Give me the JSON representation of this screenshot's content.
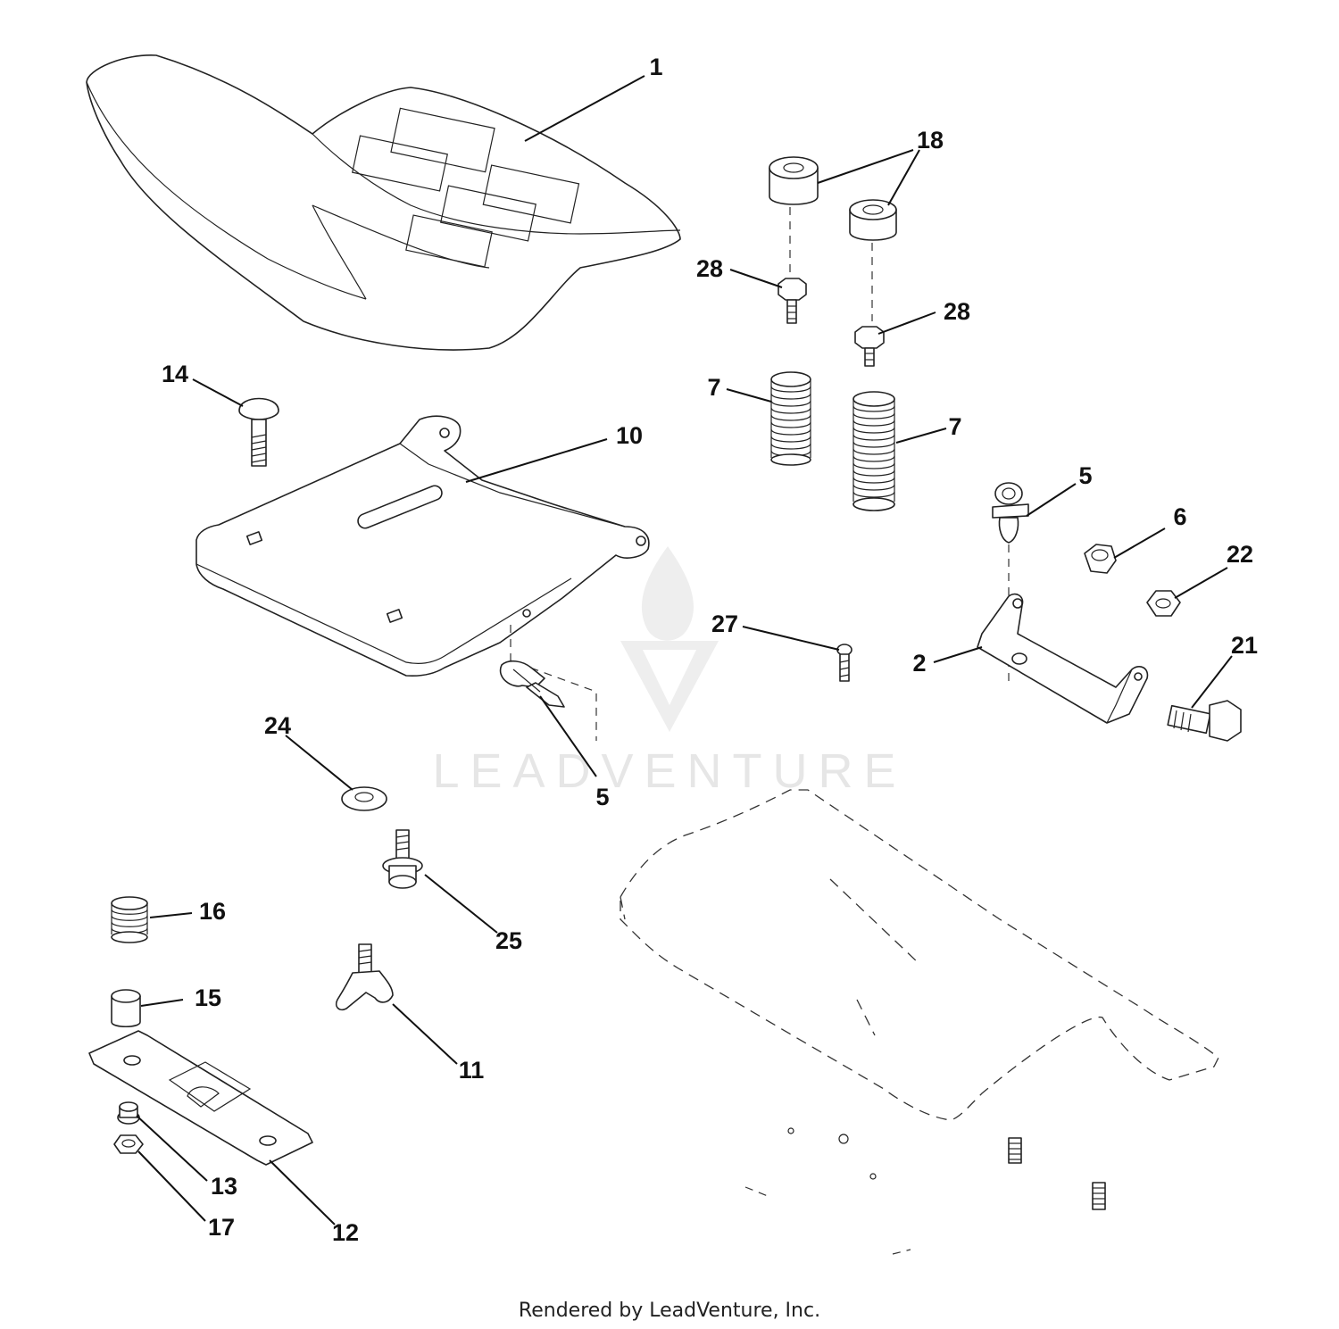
{
  "watermark": {
    "text": "LEADVENTURE"
  },
  "footer": {
    "text": "Rendered by LeadVenture, Inc."
  },
  "callouts": [
    {
      "id": "seat",
      "label": "1"
    },
    {
      "id": "spacer-a",
      "label": "18"
    },
    {
      "id": "screw-a",
      "label": "28"
    },
    {
      "id": "screw-b",
      "label": "28"
    },
    {
      "id": "carriage-bolt",
      "label": "14"
    },
    {
      "id": "spring-a",
      "label": "7"
    },
    {
      "id": "spring-b",
      "label": "7"
    },
    {
      "id": "seat-pan",
      "label": "10"
    },
    {
      "id": "clip-right",
      "label": "5"
    },
    {
      "id": "locknut",
      "label": "6"
    },
    {
      "id": "nut",
      "label": "22"
    },
    {
      "id": "small-screw",
      "label": "27"
    },
    {
      "id": "seat-bracket",
      "label": "2"
    },
    {
      "id": "shoulder-bolt",
      "label": "21"
    },
    {
      "id": "washer",
      "label": "24"
    },
    {
      "id": "clip-left",
      "label": "5"
    },
    {
      "id": "spring-small",
      "label": "16"
    },
    {
      "id": "shoulder-screw",
      "label": "25"
    },
    {
      "id": "bushing",
      "label": "15"
    },
    {
      "id": "knob",
      "label": "11"
    },
    {
      "id": "flange-nut",
      "label": "13"
    },
    {
      "id": "slide-plate",
      "label": "12"
    },
    {
      "id": "nut-17",
      "label": "17"
    }
  ]
}
